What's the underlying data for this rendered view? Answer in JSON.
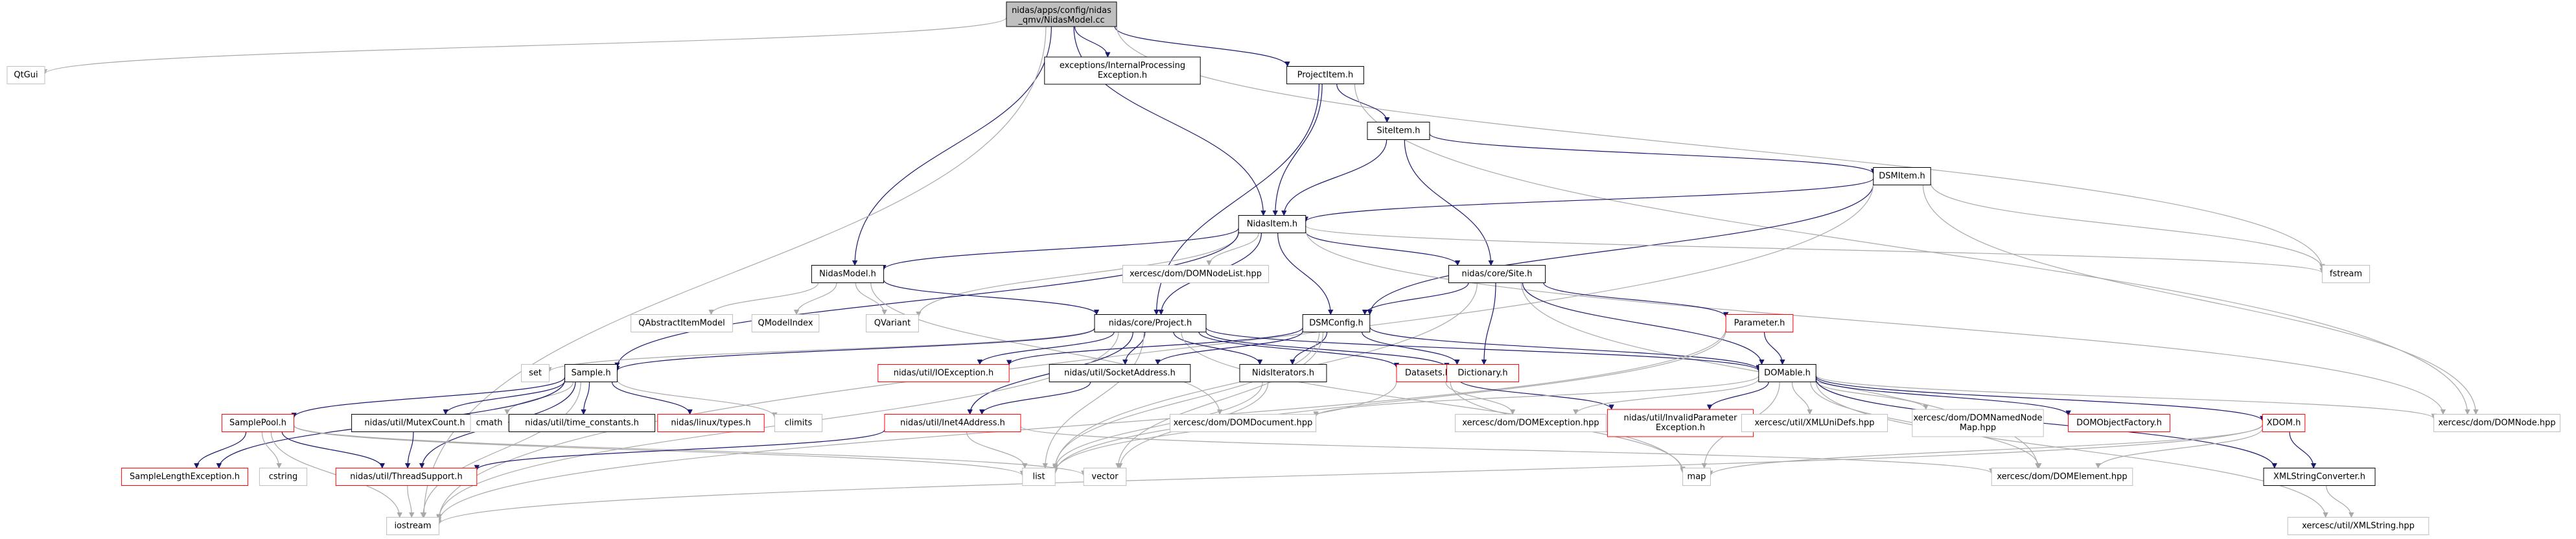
{
  "graph": {
    "colors": {
      "root_fill": "#bfbfbf",
      "doc_border": "#000000",
      "undoc_border": "#bfbfbf",
      "trunc_border": "#ff0000",
      "edge_dark": "#191970",
      "edge_gray": "#a9a9a9",
      "text": "#000000",
      "text_gray": "#808080"
    },
    "nodes": [
      {
        "id": "root",
        "lines": [
          "nidas/apps/config/nidas",
          "_qmv/NidasModel.cc"
        ],
        "style": "root"
      },
      {
        "id": "qtgui",
        "lines": [
          "QtGui"
        ],
        "style": "undoc"
      },
      {
        "id": "internalexc",
        "lines": [
          "exceptions/InternalProcessing",
          "Exception.h"
        ],
        "style": "doc"
      },
      {
        "id": "projectitem",
        "lines": [
          "ProjectItem.h"
        ],
        "style": "doc"
      },
      {
        "id": "siteitem",
        "lines": [
          "SiteItem.h"
        ],
        "style": "doc"
      },
      {
        "id": "dsmitem",
        "lines": [
          "DSMItem.h"
        ],
        "style": "doc"
      },
      {
        "id": "nidasitem",
        "lines": [
          "NidasItem.h"
        ],
        "style": "doc"
      },
      {
        "id": "nidasmodel",
        "lines": [
          "NidasModel.h"
        ],
        "style": "doc"
      },
      {
        "id": "domnodelist",
        "lines": [
          "xercesc/dom/DOMNodeList.hpp"
        ],
        "style": "undoc"
      },
      {
        "id": "core_site",
        "lines": [
          "nidas/core/Site.h"
        ],
        "style": "doc"
      },
      {
        "id": "fstream",
        "lines": [
          "fstream"
        ],
        "style": "undoc"
      },
      {
        "id": "qabstract",
        "lines": [
          "QAbstractItemModel"
        ],
        "style": "undoc"
      },
      {
        "id": "qmodelindex",
        "lines": [
          "QModelIndex"
        ],
        "style": "undoc"
      },
      {
        "id": "qvariant",
        "lines": [
          "QVariant"
        ],
        "style": "undoc"
      },
      {
        "id": "core_project",
        "lines": [
          "nidas/core/Project.h"
        ],
        "style": "doc"
      },
      {
        "id": "dsmconfig",
        "lines": [
          "DSMConfig.h"
        ],
        "style": "doc"
      },
      {
        "id": "parameter",
        "lines": [
          "Parameter.h"
        ],
        "style": "trunc"
      },
      {
        "id": "set",
        "lines": [
          "set"
        ],
        "style": "undoc"
      },
      {
        "id": "sample",
        "lines": [
          "Sample.h"
        ],
        "style": "doc"
      },
      {
        "id": "ioexception",
        "lines": [
          "nidas/util/IOException.h"
        ],
        "style": "trunc"
      },
      {
        "id": "socketaddress",
        "lines": [
          "nidas/util/SocketAddress.h"
        ],
        "style": "doc"
      },
      {
        "id": "niditerators",
        "lines": [
          "NidsIterators.h"
        ],
        "style": "doc"
      },
      {
        "id": "datasets",
        "lines": [
          "Datasets.h"
        ],
        "style": "trunc"
      },
      {
        "id": "dictionary",
        "lines": [
          "Dictionary.h"
        ],
        "style": "trunc"
      },
      {
        "id": "domable",
        "lines": [
          "DOMable.h"
        ],
        "style": "doc"
      },
      {
        "id": "samplepool",
        "lines": [
          "SamplePool.h"
        ],
        "style": "trunc"
      },
      {
        "id": "mutexcount",
        "lines": [
          "nidas/util/MutexCount.h"
        ],
        "style": "doc"
      },
      {
        "id": "cmath",
        "lines": [
          "cmath"
        ],
        "style": "undoc"
      },
      {
        "id": "timeconst",
        "lines": [
          "nidas/util/time_constants.h"
        ],
        "style": "doc"
      },
      {
        "id": "linuxtypes",
        "lines": [
          "nidas/linux/types.h"
        ],
        "style": "trunc"
      },
      {
        "id": "climits",
        "lines": [
          "climits"
        ],
        "style": "undoc"
      },
      {
        "id": "inet4",
        "lines": [
          "nidas/util/Inet4Address.h"
        ],
        "style": "trunc"
      },
      {
        "id": "domdocument",
        "lines": [
          "xercesc/dom/DOMDocument.hpp"
        ],
        "style": "undoc"
      },
      {
        "id": "domexception",
        "lines": [
          "xercesc/dom/DOMException.hpp"
        ],
        "style": "undoc"
      },
      {
        "id": "invalidparam",
        "lines": [
          "nidas/util/InvalidParameter",
          "Exception.h"
        ],
        "style": "trunc"
      },
      {
        "id": "xmlunidefs",
        "lines": [
          "xercesc/util/XMLUniDefs.hpp"
        ],
        "style": "undoc"
      },
      {
        "id": "domnamednode",
        "lines": [
          "xercesc/dom/DOMNamedNode",
          "Map.hpp"
        ],
        "style": "undoc"
      },
      {
        "id": "domobjfactory",
        "lines": [
          "DOMObjectFactory.h"
        ],
        "style": "trunc"
      },
      {
        "id": "xdom",
        "lines": [
          "XDOM.h"
        ],
        "style": "trunc"
      },
      {
        "id": "domnode",
        "lines": [
          "xercesc/dom/DOMNode.hpp"
        ],
        "style": "undoc"
      },
      {
        "id": "samplelenexc",
        "lines": [
          "SampleLengthException.h"
        ],
        "style": "trunc"
      },
      {
        "id": "cstring",
        "lines": [
          "cstring"
        ],
        "style": "undoc"
      },
      {
        "id": "threadsupport",
        "lines": [
          "nidas/util/ThreadSupport.h"
        ],
        "style": "trunc"
      },
      {
        "id": "list",
        "lines": [
          "list"
        ],
        "style": "undoc"
      },
      {
        "id": "vector",
        "lines": [
          "vector"
        ],
        "style": "undoc"
      },
      {
        "id": "map",
        "lines": [
          "map"
        ],
        "style": "undoc"
      },
      {
        "id": "domelement",
        "lines": [
          "xercesc/dom/DOMElement.hpp"
        ],
        "style": "undoc"
      },
      {
        "id": "xmlstrconv",
        "lines": [
          "XMLStringConverter.h"
        ],
        "style": "doc"
      },
      {
        "id": "iostream",
        "lines": [
          "iostream"
        ],
        "style": "undoc"
      },
      {
        "id": "xmlstring",
        "lines": [
          "xercesc/util/XMLString.hpp"
        ],
        "style": "undoc"
      }
    ],
    "edges": [
      [
        "root",
        "qtgui"
      ],
      [
        "root",
        "internalexc"
      ],
      [
        "root",
        "projectitem"
      ],
      [
        "root",
        "nidasitem"
      ],
      [
        "root",
        "nidasmodel"
      ],
      [
        "root",
        "iostream"
      ],
      [
        "root",
        "fstream"
      ],
      [
        "projectitem",
        "siteitem"
      ],
      [
        "projectitem",
        "nidasitem"
      ],
      [
        "projectitem",
        "core_project"
      ],
      [
        "projectitem",
        "domnode"
      ],
      [
        "siteitem",
        "dsmitem"
      ],
      [
        "siteitem",
        "nidasitem"
      ],
      [
        "siteitem",
        "core_site"
      ],
      [
        "dsmitem",
        "nidasitem"
      ],
      [
        "dsmitem",
        "dsmconfig"
      ],
      [
        "dsmitem",
        "fstream"
      ],
      [
        "dsmitem",
        "domnode"
      ],
      [
        "dsmitem",
        "iostream"
      ],
      [
        "nidasitem",
        "nidasmodel"
      ],
      [
        "nidasitem",
        "domnodelist"
      ],
      [
        "nidasitem",
        "core_site"
      ],
      [
        "nidasitem",
        "fstream"
      ],
      [
        "nidasitem",
        "qvariant"
      ],
      [
        "nidasitem",
        "core_project"
      ],
      [
        "nidasitem",
        "dsmconfig"
      ],
      [
        "nidasitem",
        "domnode"
      ],
      [
        "nidasitem",
        "sample"
      ],
      [
        "nidasmodel",
        "qabstract"
      ],
      [
        "nidasmodel",
        "qmodelindex"
      ],
      [
        "nidasmodel",
        "qvariant"
      ],
      [
        "nidasmodel",
        "core_project"
      ],
      [
        "nidasmodel",
        "domdocument"
      ],
      [
        "core_site",
        "dsmconfig"
      ],
      [
        "core_site",
        "parameter"
      ],
      [
        "core_site",
        "dictionary"
      ],
      [
        "core_site",
        "domable"
      ],
      [
        "core_site",
        "list"
      ],
      [
        "core_site",
        "domelement"
      ],
      [
        "core_project",
        "set"
      ],
      [
        "core_project",
        "sample"
      ],
      [
        "core_project",
        "ioexception"
      ],
      [
        "core_project",
        "socketaddress"
      ],
      [
        "core_project",
        "niditerators"
      ],
      [
        "core_project",
        "datasets"
      ],
      [
        "core_project",
        "dictionary"
      ],
      [
        "core_project",
        "domable"
      ],
      [
        "core_project",
        "inet4"
      ],
      [
        "core_project",
        "list"
      ],
      [
        "core_project",
        "iostream"
      ],
      [
        "core_project",
        "map"
      ],
      [
        "dsmconfig",
        "ioexception"
      ],
      [
        "dsmconfig",
        "socketaddress"
      ],
      [
        "dsmconfig",
        "niditerators"
      ],
      [
        "dsmconfig",
        "dictionary"
      ],
      [
        "dsmconfig",
        "domable"
      ],
      [
        "dsmconfig",
        "list"
      ],
      [
        "dsmconfig",
        "vector"
      ],
      [
        "parameter",
        "domable"
      ],
      [
        "parameter",
        "list"
      ],
      [
        "parameter",
        "iostream"
      ],
      [
        "sample",
        "samplepool"
      ],
      [
        "sample",
        "mutexcount"
      ],
      [
        "sample",
        "cmath"
      ],
      [
        "sample",
        "timeconst"
      ],
      [
        "sample",
        "linuxtypes"
      ],
      [
        "sample",
        "climits"
      ],
      [
        "sample",
        "samplelenexc"
      ],
      [
        "sample",
        "threadsupport"
      ],
      [
        "sample",
        "iostream"
      ],
      [
        "socketaddress",
        "inet4"
      ],
      [
        "niditerators",
        "list"
      ],
      [
        "niditerators",
        "vector"
      ],
      [
        "datasets",
        "domexception"
      ],
      [
        "datasets",
        "invalidparam"
      ],
      [
        "datasets",
        "list"
      ],
      [
        "datasets",
        "map"
      ],
      [
        "domable",
        "domdocument"
      ],
      [
        "domable",
        "domexception"
      ],
      [
        "domable",
        "invalidparam"
      ],
      [
        "domable",
        "xmlunidefs"
      ],
      [
        "domable",
        "domnamednode"
      ],
      [
        "domable",
        "domobjfactory"
      ],
      [
        "domable",
        "xdom"
      ],
      [
        "domable",
        "domnode"
      ],
      [
        "domable",
        "domelement"
      ],
      [
        "domable",
        "xmlstrconv"
      ],
      [
        "domable",
        "map"
      ],
      [
        "domable",
        "xmlstring"
      ],
      [
        "samplepool",
        "samplelenexc"
      ],
      [
        "samplepool",
        "cstring"
      ],
      [
        "samplepool",
        "threadsupport"
      ],
      [
        "samplepool",
        "list"
      ],
      [
        "samplepool",
        "vector"
      ],
      [
        "samplepool",
        "iostream"
      ],
      [
        "mutexcount",
        "threadsupport"
      ],
      [
        "inet4",
        "threadsupport"
      ],
      [
        "inet4",
        "list"
      ],
      [
        "inet4",
        "domelement"
      ],
      [
        "xdom",
        "map"
      ],
      [
        "xdom",
        "xmlstrconv"
      ],
      [
        "xdom",
        "domelement"
      ],
      [
        "xdom",
        "iostream"
      ],
      [
        "xmlstrconv",
        "xmlstring"
      ],
      [
        "threadsupport",
        "iostream"
      ]
    ]
  }
}
